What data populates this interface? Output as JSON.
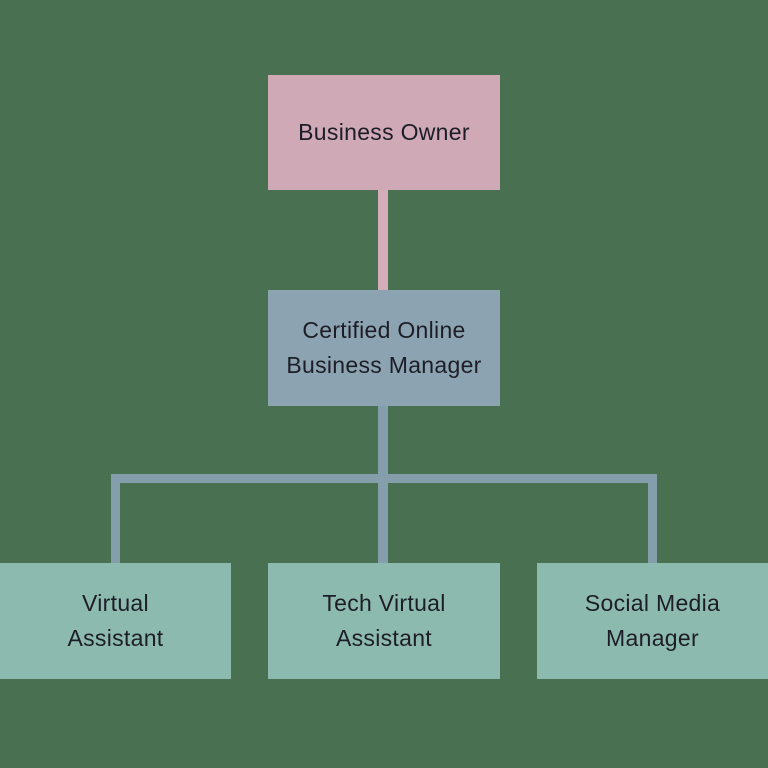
{
  "palette": {
    "background": "#4A7052",
    "owner_fill": "#CFA9B5",
    "manager_fill": "#8CA4B2",
    "team_fill": "#8DBAAE",
    "connector_pink": "#D3AEBA",
    "connector_gray": "#859EAC",
    "text": "#1D1D27"
  },
  "org_chart": {
    "type": "org-hierarchy",
    "nodes": {
      "owner": {
        "label": "Business Owner",
        "lines": [
          "Business Owner"
        ]
      },
      "obm": {
        "label": "Certified Online Business Manager",
        "lines": [
          "Certified Online",
          "Business Manager"
        ]
      },
      "va": {
        "label": "Virtual Assistant",
        "lines": [
          "Virtual",
          "Assistant"
        ]
      },
      "tech_va": {
        "label": "Tech Virtual Assistant",
        "lines": [
          "Tech Virtual",
          "Assistant"
        ]
      },
      "smm": {
        "label": "Social Media Manager",
        "lines": [
          "Social Media",
          "Manager"
        ]
      }
    },
    "edges": [
      {
        "from": "owner",
        "to": "obm"
      },
      {
        "from": "obm",
        "to": "va"
      },
      {
        "from": "obm",
        "to": "tech_va"
      },
      {
        "from": "obm",
        "to": "smm"
      }
    ]
  }
}
